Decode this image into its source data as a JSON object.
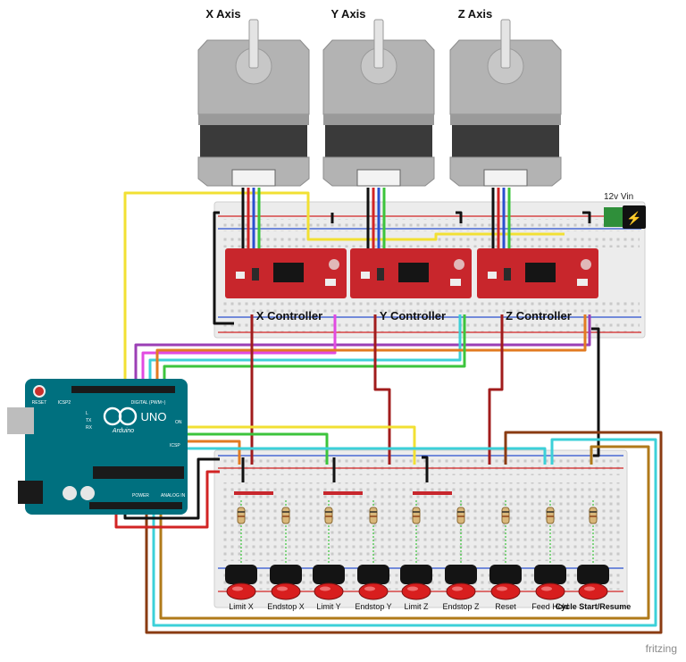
{
  "motors": [
    {
      "label": "X Axis"
    },
    {
      "label": "Y Axis"
    },
    {
      "label": "Z Axis"
    }
  ],
  "controllers": [
    {
      "label": "X Controller"
    },
    {
      "label": "Y Controller"
    },
    {
      "label": "Z Controller"
    }
  ],
  "power_jack": {
    "label": "12v Vin",
    "symbol": "⚡"
  },
  "arduino": {
    "logo": "UNO",
    "brand": "Arduino",
    "texts": [
      "RESET",
      "ICSP2",
      "DIGITAL (PWM~)",
      "TX",
      "RX",
      "ON",
      "L",
      "POWER",
      "ANALOG IN",
      "ICSP"
    ]
  },
  "buttons": [
    {
      "label": "Limit X"
    },
    {
      "label": "Endstop X"
    },
    {
      "label": "Limit Y"
    },
    {
      "label": "Endstop Y"
    },
    {
      "label": "Limit Z"
    },
    {
      "label": "Endstop Z"
    },
    {
      "label": "Reset"
    },
    {
      "label": "Feed Hold"
    },
    {
      "label": "Cycle Start/Resume"
    }
  ],
  "footer": {
    "brand": "fritzing"
  },
  "colors": {
    "motor_body": "#b3b3b3",
    "motor_dark": "#3a3a3a",
    "driver_red": "#c8262c",
    "arduino_blue": "#00707f",
    "rail_red": "#d22424",
    "rail_blue": "#2a4fcf",
    "wire_yellow": "#f2e033",
    "wire_purple": "#9b3fb5",
    "wire_magenta": "#e24ae2",
    "wire_green": "#3cc43c",
    "wire_cyan": "#3cd0d8",
    "wire_orange": "#e27b22",
    "wire_brown": "#8a3b12",
    "wire_darkred": "#a11c1c",
    "wire_black": "#111111",
    "button_red": "#d81e1e"
  }
}
